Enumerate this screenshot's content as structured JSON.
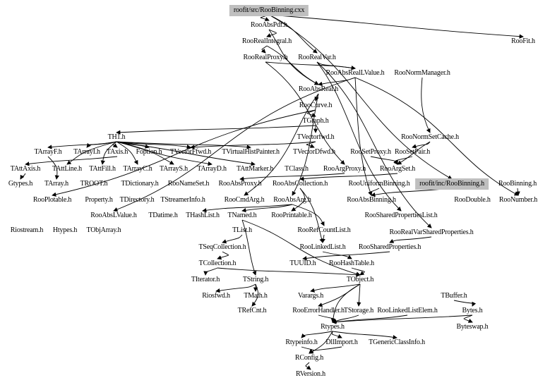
{
  "diagram": {
    "type": "include-dependency-graph",
    "root": "roofit/src/RooBinning.cxx",
    "highlight_color": "#bfbfbf",
    "nodes": [
      {
        "id": "cxx",
        "label": "roofit/src/RooBinning.cxx",
        "highlight": true
      },
      {
        "id": "RooAbsPdf",
        "label": "RooAbsPdf.h"
      },
      {
        "id": "RooRealIntegral",
        "label": "RooRealIntegral.h"
      },
      {
        "id": "RooRealProxy",
        "label": "RooRealProxy.h"
      },
      {
        "id": "RooRealVar",
        "label": "RooRealVar.h"
      },
      {
        "id": "RooFit",
        "label": "RooFit.h"
      },
      {
        "id": "RooAbsRealLValue",
        "label": "RooAbsRealLValue.h"
      },
      {
        "id": "RooNormManager",
        "label": "RooNormManager.h"
      },
      {
        "id": "RooAbsReal",
        "label": "RooAbsReal.h"
      },
      {
        "id": "RooCurve",
        "label": "RooCurve.h"
      },
      {
        "id": "TGraph",
        "label": "TGraph.h"
      },
      {
        "id": "TVectorfwd",
        "label": "TVectorfwd.h"
      },
      {
        "id": "RooNormSetCache",
        "label": "RooNormSetCache.h"
      },
      {
        "id": "TH1",
        "label": "TH1.h"
      },
      {
        "id": "TArrayF",
        "label": "TArrayF.h"
      },
      {
        "id": "TArrayI",
        "label": "TArrayI.h"
      },
      {
        "id": "TAxis",
        "label": "TAxis.h"
      },
      {
        "id": "Foption",
        "label": "Foption.h"
      },
      {
        "id": "TVectorFfwd",
        "label": "TVectorFfwd.h"
      },
      {
        "id": "TVirtualHistPainter",
        "label": "TVirtualHistPainter.h"
      },
      {
        "id": "TVectorDfwd",
        "label": "TVectorDfwd.h"
      },
      {
        "id": "RooSetProxy",
        "label": "RooSetProxy.h"
      },
      {
        "id": "RooSetPair",
        "label": "RooSetPair.h"
      },
      {
        "id": "TAttAxis",
        "label": "TAttAxis.h"
      },
      {
        "id": "TAttLine",
        "label": "TAttLine.h"
      },
      {
        "id": "TAttFill",
        "label": "TAttFill.h"
      },
      {
        "id": "TArrayC",
        "label": "TArrayC.h"
      },
      {
        "id": "TArrayS",
        "label": "TArrayS.h"
      },
      {
        "id": "TArrayD",
        "label": "TArrayD.h"
      },
      {
        "id": "TAttMarker",
        "label": "TAttMarker.h"
      },
      {
        "id": "TClass",
        "label": "TClass.h"
      },
      {
        "id": "RooArgProxy",
        "label": "RooArgProxy.h"
      },
      {
        "id": "RooArgSet",
        "label": "RooArgSet.h"
      },
      {
        "id": "Gtypes",
        "label": "Gtypes.h"
      },
      {
        "id": "TArray",
        "label": "TArray.h"
      },
      {
        "id": "TROOT",
        "label": "TROOT.h"
      },
      {
        "id": "TDictionary",
        "label": "TDictionary.h"
      },
      {
        "id": "RooNameSet",
        "label": "RooNameSet.h"
      },
      {
        "id": "RooAbsProxy",
        "label": "RooAbsProxy.h"
      },
      {
        "id": "RooAbsCollection",
        "label": "RooAbsCollection.h"
      },
      {
        "id": "RooUniformBinning",
        "label": "RooUniformBinning.h"
      },
      {
        "id": "incRooBinning",
        "label": "roofit/inc/RooBinning.h",
        "highlight": true
      },
      {
        "id": "RooBinning",
        "label": "RooBinning.h"
      },
      {
        "id": "RooPlotable",
        "label": "RooPlotable.h"
      },
      {
        "id": "Property",
        "label": "Property.h"
      },
      {
        "id": "TDirectory",
        "label": "TDirectory.h"
      },
      {
        "id": "TStreamerInfo",
        "label": "TStreamerInfo.h"
      },
      {
        "id": "RooCmdArg",
        "label": "RooCmdArg.h"
      },
      {
        "id": "RooAbsArg",
        "label": "RooAbsArg.h"
      },
      {
        "id": "RooAbsBinning",
        "label": "RooAbsBinning.h"
      },
      {
        "id": "RooDouble",
        "label": "RooDouble.h"
      },
      {
        "id": "RooNumber",
        "label": "RooNumber.h"
      },
      {
        "id": "RooAbsLValue",
        "label": "RooAbsLValue.h"
      },
      {
        "id": "TDatime",
        "label": "TDatime.h"
      },
      {
        "id": "THashList",
        "label": "THashList.h"
      },
      {
        "id": "TNamed",
        "label": "TNamed.h"
      },
      {
        "id": "RooPrintable",
        "label": "RooPrintable.h"
      },
      {
        "id": "RooSharedPropertiesList",
        "label": "RooSharedPropertiesList.h"
      },
      {
        "id": "Riostream",
        "label": "Riostream.h"
      },
      {
        "id": "Htypes",
        "label": "Htypes.h"
      },
      {
        "id": "TObjArray",
        "label": "TObjArray.h"
      },
      {
        "id": "TList",
        "label": "TList.h"
      },
      {
        "id": "RooRefCountList",
        "label": "RooRefCountList.h"
      },
      {
        "id": "RooRealVarSharedProperties",
        "label": "RooRealVarSharedProperties.h"
      },
      {
        "id": "TSeqCollection",
        "label": "TSeqCollection.h"
      },
      {
        "id": "RooLinkedList",
        "label": "RooLinkedList.h"
      },
      {
        "id": "RooSharedProperties",
        "label": "RooSharedProperties.h"
      },
      {
        "id": "TCollection",
        "label": "TCollection.h"
      },
      {
        "id": "TUUID",
        "label": "TUUID.h"
      },
      {
        "id": "RooHashTable",
        "label": "RooHashTable.h"
      },
      {
        "id": "TIterator",
        "label": "TIterator.h"
      },
      {
        "id": "TString",
        "label": "TString.h"
      },
      {
        "id": "TObject",
        "label": "TObject.h"
      },
      {
        "id": "Riosfwd",
        "label": "Riosfwd.h"
      },
      {
        "id": "TMath",
        "label": "TMath.h"
      },
      {
        "id": "Varargs",
        "label": "Varargs.h"
      },
      {
        "id": "TBuffer",
        "label": "TBuffer.h"
      },
      {
        "id": "TRefCnt",
        "label": "TRefCnt.h"
      },
      {
        "id": "RooErrorHandler",
        "label": "RooErrorHandler.h"
      },
      {
        "id": "TStorage",
        "label": "TStorage.h"
      },
      {
        "id": "RooLinkedListElem",
        "label": "RooLinkedListElem.h"
      },
      {
        "id": "Bytes",
        "label": "Bytes.h"
      },
      {
        "id": "Rtypes",
        "label": "Rtypes.h"
      },
      {
        "id": "Byteswap",
        "label": "Byteswap.h"
      },
      {
        "id": "Rtypeinfo",
        "label": "Rtypeinfo.h"
      },
      {
        "id": "DllImport",
        "label": "DllImport.h"
      },
      {
        "id": "TGenericClassInfo",
        "label": "TGenericClassInfo.h"
      },
      {
        "id": "RConfig",
        "label": "RConfig.h"
      },
      {
        "id": "RVersion",
        "label": "RVersion.h"
      }
    ],
    "edges": [
      [
        "cxx",
        "RooAbsPdf"
      ],
      [
        "cxx",
        "RooFit"
      ],
      [
        "cxx",
        "incRooBinning"
      ],
      [
        "cxx",
        "RooRealVar"
      ],
      [
        "RooAbsPdf",
        "RooRealIntegral"
      ],
      [
        "RooAbsPdf",
        "RooAbsReal"
      ],
      [
        "RooRealIntegral",
        "RooRealProxy"
      ],
      [
        "RooRealIntegral",
        "RooAbsReal"
      ],
      [
        "RooRealProxy",
        "RooArgProxy"
      ],
      [
        "RooRealProxy",
        "RooAbsRealLValue"
      ],
      [
        "RooRealVar",
        "RooAbsRealLValue"
      ],
      [
        "RooRealVar",
        "RooSharedPropertiesList"
      ],
      [
        "RooRealVar",
        "RooRealVarSharedProperties"
      ],
      [
        "RooAbsRealLValue",
        "RooAbsReal"
      ],
      [
        "RooAbsRealLValue",
        "RooNumber"
      ],
      [
        "RooAbsRealLValue",
        "RooAbsLValue"
      ],
      [
        "RooAbsRealLValue",
        "RooAbsBinning"
      ],
      [
        "RooAbsReal",
        "RooCurve"
      ],
      [
        "RooAbsReal",
        "RooAbsArg"
      ],
      [
        "RooAbsReal",
        "RooCmdArg"
      ],
      [
        "RooCurve",
        "TGraph"
      ],
      [
        "RooCurve",
        "RooPlotable"
      ],
      [
        "TGraph",
        "TVectorfwd"
      ],
      [
        "TGraph",
        "TH1"
      ],
      [
        "TVectorfwd",
        "TVectorFfwd"
      ],
      [
        "TVectorfwd",
        "TVectorDfwd"
      ],
      [
        "RooNormManager",
        "RooNormSetCache"
      ],
      [
        "RooNormSetCache",
        "RooArgSet"
      ],
      [
        "RooNormSetCache",
        "RooSetPair"
      ],
      [
        "TH1",
        "TArrayF"
      ],
      [
        "TH1",
        "TArrayI"
      ],
      [
        "TH1",
        "TAxis"
      ],
      [
        "TH1",
        "Foption"
      ],
      [
        "TH1",
        "TVectorFfwd"
      ],
      [
        "TH1",
        "TVirtualHistPainter"
      ],
      [
        "TH1",
        "TAttLine"
      ],
      [
        "TH1",
        "TAttFill"
      ],
      [
        "TH1",
        "TAttMarker"
      ],
      [
        "TH1",
        "TArrayC"
      ],
      [
        "TH1",
        "TArrayS"
      ],
      [
        "TH1",
        "TArrayD"
      ],
      [
        "TAxis",
        "TAttAxis"
      ],
      [
        "TAttAxis",
        "Gtypes"
      ],
      [
        "TArrayF",
        "TArray"
      ],
      [
        "RooSetProxy",
        "RooArgSet"
      ],
      [
        "RooSetPair",
        "RooArgSet"
      ],
      [
        "RooArgProxy",
        "RooAbsProxy"
      ],
      [
        "RooArgSet",
        "RooAbsCollection"
      ],
      [
        "RooAbsCollection",
        "RooLinkedList"
      ],
      [
        "RooAbsCollection",
        "RooPrintable"
      ],
      [
        "incRooBinning",
        "RooAbsBinning"
      ],
      [
        "RooUniformBinning",
        "RooAbsBinning"
      ],
      [
        "RooBinning",
        "RooNumber"
      ],
      [
        "RooAbsArg",
        "TNamed"
      ],
      [
        "RooAbsArg",
        "RooRefCountList"
      ],
      [
        "RooAbsArg",
        "THashList"
      ],
      [
        "TNamed",
        "TObject"
      ],
      [
        "TNamed",
        "TString"
      ],
      [
        "TList",
        "TSeqCollection"
      ],
      [
        "TSeqCollection",
        "TCollection"
      ],
      [
        "TCollection",
        "TObject"
      ],
      [
        "TCollection",
        "TIterator"
      ],
      [
        "RooRefCountList",
        "RooLinkedList"
      ],
      [
        "RooLinkedList",
        "RooHashTable"
      ],
      [
        "RooHashTable",
        "TObject"
      ],
      [
        "RooRealVarSharedProperties",
        "RooSharedProperties"
      ],
      [
        "RooSharedProperties",
        "TUUID"
      ],
      [
        "TString",
        "TMath"
      ],
      [
        "TString",
        "TRefCnt"
      ],
      [
        "TString",
        "Riosfwd"
      ],
      [
        "TObject",
        "Rtypes"
      ],
      [
        "TObject",
        "Varargs"
      ],
      [
        "TObject",
        "TStorage"
      ],
      [
        "TObject",
        "RooErrorHandler"
      ],
      [
        "TBuffer",
        "Bytes"
      ],
      [
        "Bytes",
        "Byteswap"
      ],
      [
        "Bytes",
        "Rtypes"
      ],
      [
        "TStorage",
        "Rtypes"
      ],
      [
        "RooLinkedListElem",
        "Rtypes"
      ],
      [
        "RooErrorHandler",
        "Rtypes"
      ],
      [
        "Rtypes",
        "Rtypeinfo"
      ],
      [
        "Rtypes",
        "DllImport"
      ],
      [
        "Rtypes",
        "TGenericClassInfo"
      ],
      [
        "Rtypes",
        "RConfig"
      ],
      [
        "Rtypeinfo",
        "RConfig"
      ],
      [
        "DllImport",
        "RConfig"
      ],
      [
        "RConfig",
        "RVersion"
      ]
    ]
  }
}
